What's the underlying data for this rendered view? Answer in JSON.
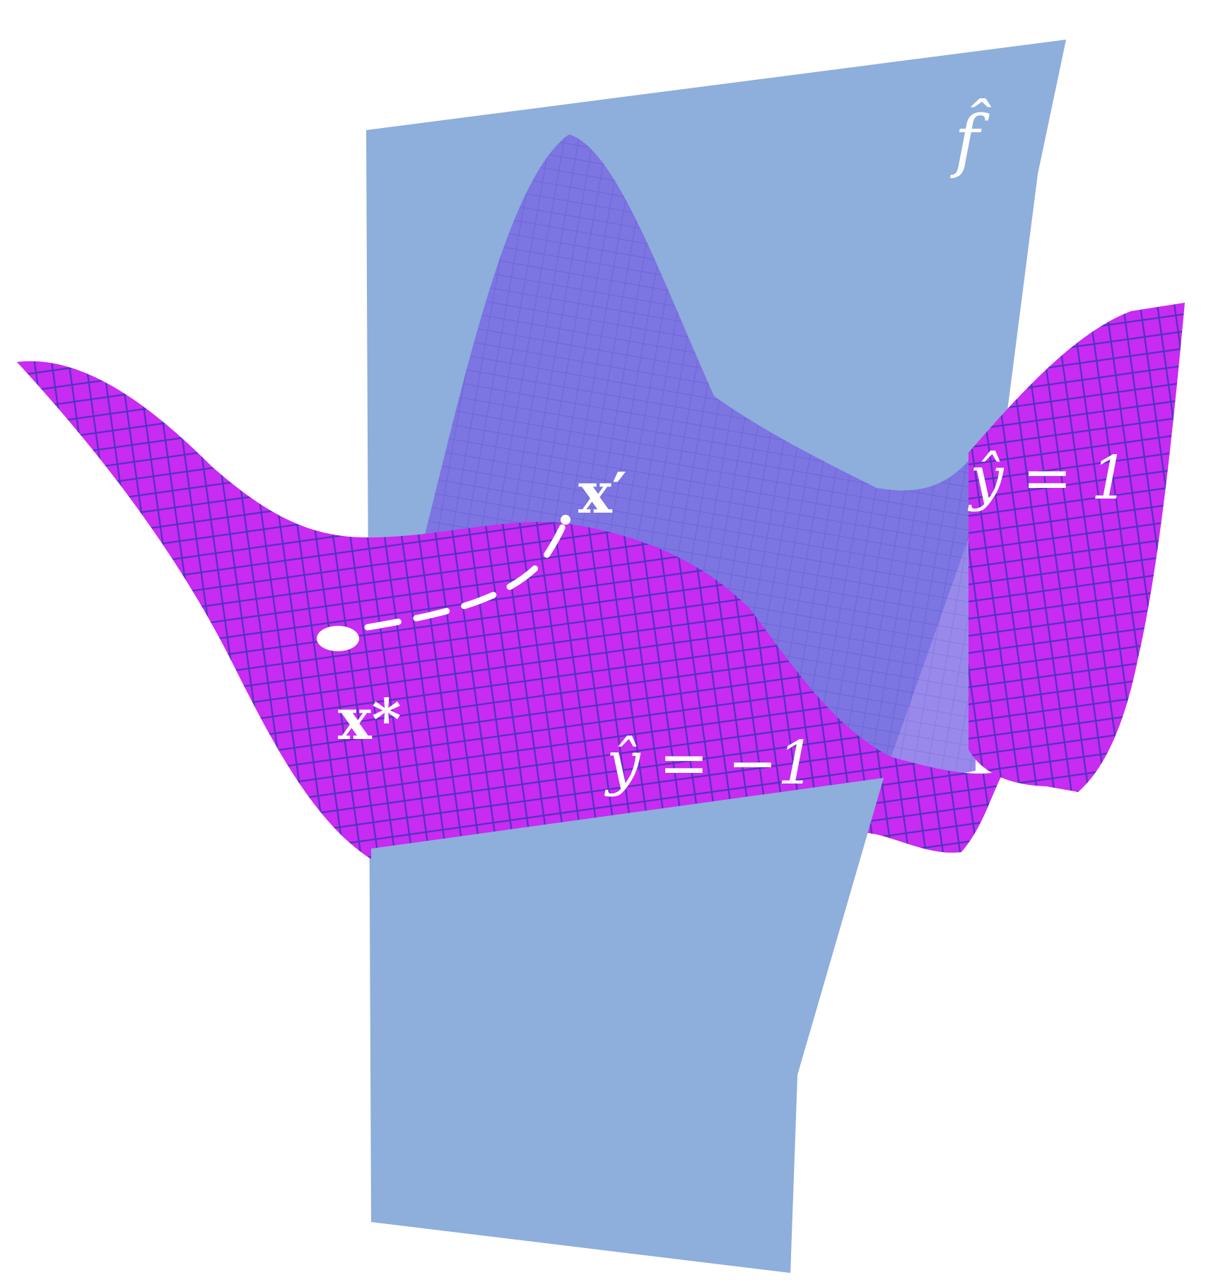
{
  "labels": {
    "f_hat": "f̂",
    "x_prime": "x′",
    "x_star": "x*",
    "y_pos": "ŷ = 1",
    "y_neg": "ŷ = −1"
  },
  "colors": {
    "plane": "#8eaedc",
    "surface_front": "#c82bf2",
    "surface_back": "#7c63e6",
    "mesh": "#3a34b8",
    "markers": "#ffffff"
  }
}
